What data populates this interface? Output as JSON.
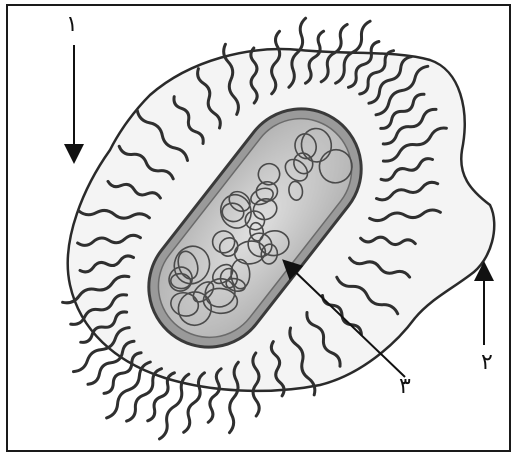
{
  "diagram": {
    "labels": [
      {
        "id": "1",
        "text": "١",
        "target": "pili"
      },
      {
        "id": "2",
        "text": "٢",
        "target": "capsule"
      },
      {
        "id": "3",
        "text": "٣",
        "target": "nucleoid"
      }
    ],
    "colors": {
      "outline": "#2a2a2a",
      "capsule_fill": "#f2f2f2",
      "cell_fill": "#cfcfcf",
      "cell_wall": "#555555",
      "dna": "#4a4a4a"
    }
  }
}
